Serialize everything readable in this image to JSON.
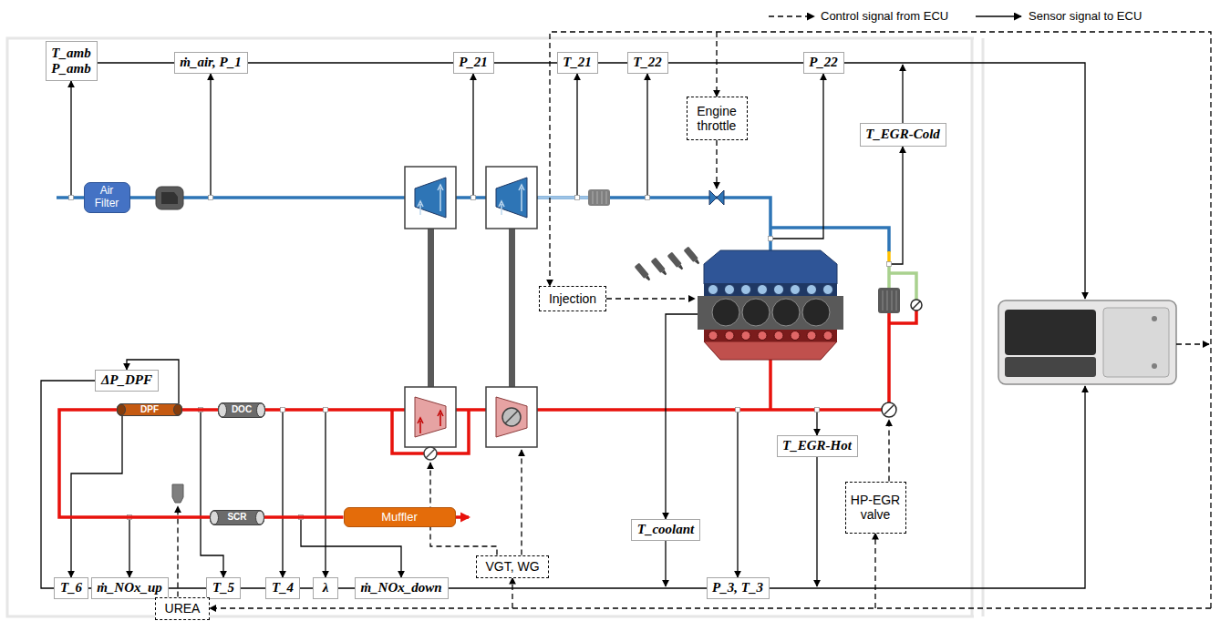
{
  "diagram": {
    "nodes": [
      {
        "text": [
          "T_amb P_amb"
        ]
      },
      {
        "text": [
          "ṁ_air, P_1"
        ]
      },
      {
        "text": [
          "P_21"
        ]
      },
      {
        "text": [
          "T_21"
        ]
      },
      {
        "text": [
          "T_22"
        ]
      },
      {
        "text": [
          "P_22"
        ]
      },
      {
        "text": [
          "Engine throttle"
        ]
      },
      {
        "text": [
          "T_EGR-Cold"
        ]
      },
      {
        "text": [
          "Air Filter"
        ]
      },
      {
        "text": [
          "Injection"
        ]
      },
      {
        "text": [
          "ΔP_DPF"
        ]
      },
      {
        "text": [
          "DPF"
        ]
      },
      {
        "text": [
          "DOC"
        ]
      },
      {
        "text": [
          "T_EGR-Hot"
        ]
      },
      {
        "text": [
          "HP-EGR valve"
        ]
      },
      {
        "text": [
          "SCR"
        ]
      },
      {
        "text": [
          "Muffler"
        ]
      },
      {
        "text": [
          "T_coolant"
        ]
      },
      {
        "text": [
          "VGT, WG"
        ]
      },
      {
        "text": [
          "T_6"
        ]
      },
      {
        "text": [
          "ṁ_NOx_up"
        ]
      },
      {
        "text": [
          "T_5"
        ]
      },
      {
        "text": [
          "T_4"
        ]
      },
      {
        "text": [
          "λ"
        ]
      },
      {
        "text": [
          "ṁ_NOx_down"
        ]
      },
      {
        "text": [
          "P_3, T_3"
        ]
      },
      {
        "text": [
          "UREA"
        ]
      }
    ],
    "edges": [
      {
        "from": 11,
        "to": 10,
        "arrow": "to"
      },
      {
        "from": 11,
        "to": 19,
        "arrow": "to"
      },
      {
        "from": 12,
        "to": 11,
        "arrow": "none"
      },
      {
        "from": 11,
        "to": 15,
        "arrow": "none"
      },
      {
        "from": 15,
        "to": 16,
        "arrow": "none"
      }
    ],
    "legend": [
      {
        "text": "Control signal from ECU"
      },
      {
        "text": "Sensor signal to ECU"
      }
    ]
  }
}
